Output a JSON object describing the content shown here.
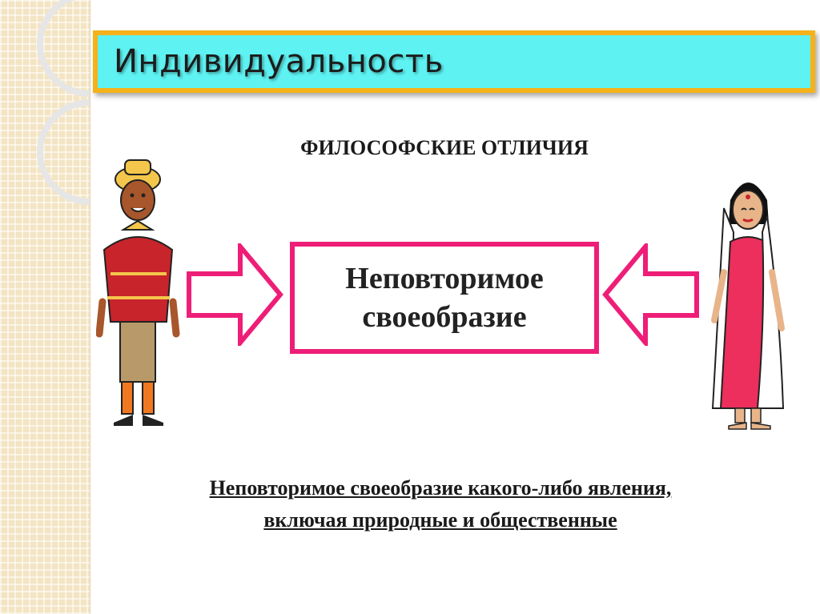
{
  "slide": {
    "title": "Индивидуальность",
    "subtitle": "ФИЛОСОФСКИЕ ОТЛИЧИЯ",
    "center_box": {
      "line1": "Неповторимое",
      "line2": "своеобразие"
    },
    "caption": {
      "line1": "Неповторимое своеобразие какого-либо явления,",
      "line2": "включая природные и общественные"
    }
  },
  "colors": {
    "title_background": "#5ef2f2",
    "title_border": "#f6b21a",
    "accent_pink": "#ee1e78",
    "side_pattern": "#f3e4c3"
  },
  "icons": {
    "left_figure": "man-in-poncho-illustration",
    "right_figure": "woman-in-sari-illustration",
    "left_arrow": "arrow-right-outline",
    "right_arrow": "arrow-left-outline"
  }
}
